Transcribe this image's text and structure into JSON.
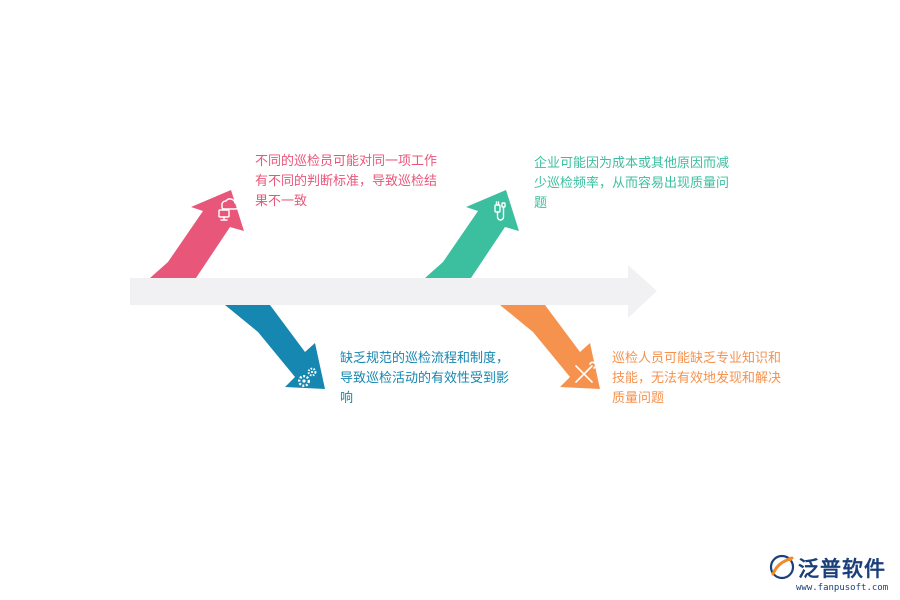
{
  "causes": [
    {
      "text": "不同的巡检员可能对同一项工作有不同的判断标准，导致巡检结果不一致",
      "color": "#e8567a",
      "icon": "cloud-computer-icon"
    },
    {
      "text": "企业可能因为成本或其他原因而减少巡检频率，从而容易出现质量问题",
      "color": "#3cbf9f",
      "icon": "plug-cable-icon"
    },
    {
      "text": "缺乏规范的巡检流程和制度，导致巡检活动的有效性受到影响",
      "color": "#1587b0",
      "icon": "gears-icon"
    },
    {
      "text": "巡检人员可能缺乏专业知识和技能，无法有效地发现和解决质量问题",
      "color": "#f5924e",
      "icon": "tools-icon"
    }
  ],
  "spine_color": "#f1f0f3",
  "logo": {
    "name": "泛普软件",
    "url": "www.fanpusoft.com",
    "color": "#1a3f7a"
  }
}
